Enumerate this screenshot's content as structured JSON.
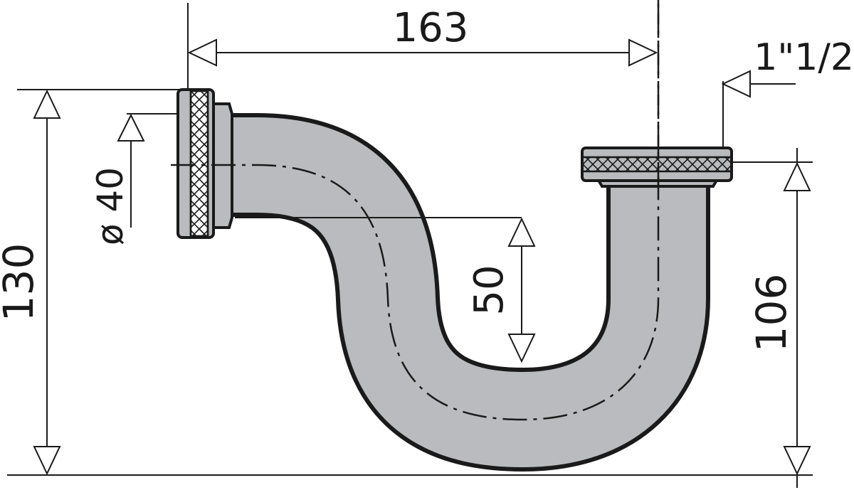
{
  "dimensions": {
    "total_width": "163",
    "thread_size": "1\"1/2",
    "pipe_diameter": "ø 40",
    "water_seal": "50",
    "total_height": "130",
    "outlet_height": "106"
  },
  "colors": {
    "pipe": "#b9bbbe",
    "line": "#1a1a1a",
    "background": "#ffffff"
  }
}
